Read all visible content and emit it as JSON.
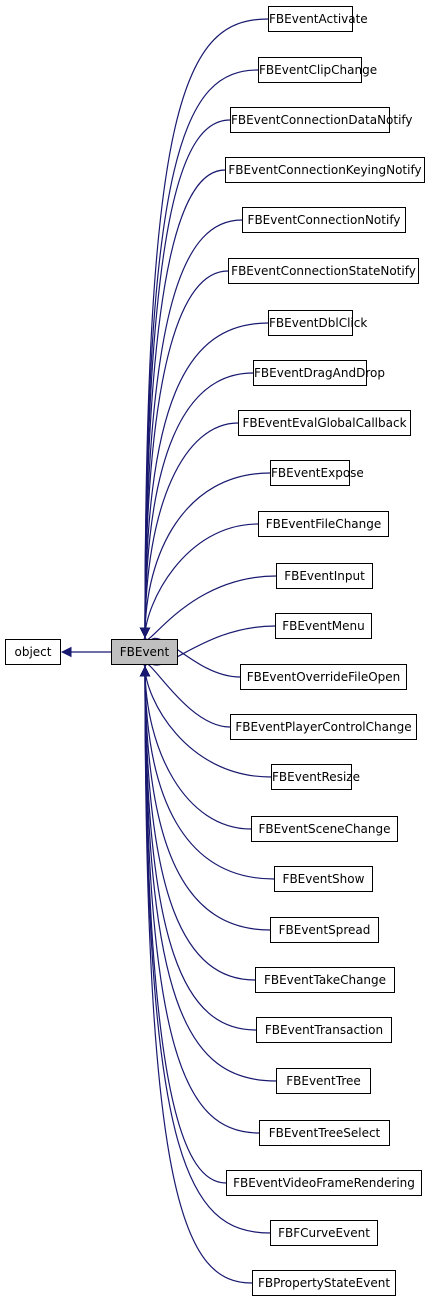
{
  "colors": {
    "edge": "#191970",
    "current_fill": "#bfbfbf"
  },
  "base": {
    "label": "object"
  },
  "current": {
    "label": "FBEvent"
  },
  "children": [
    "FBEventActivate",
    "FBEventClipChange",
    "FBEventConnectionDataNotify",
    "FBEventConnectionKeyingNotify",
    "FBEventConnectionNotify",
    "FBEventConnectionStateNotify",
    "FBEventDblClick",
    "FBEventDragAndDrop",
    "FBEventEvalGlobalCallback",
    "FBEventExpose",
    "FBEventFileChange",
    "FBEventInput",
    "FBEventMenu",
    "FBEventOverrideFileOpen",
    "FBEventPlayerControlChange",
    "FBEventResize",
    "FBEventSceneChange",
    "FBEventShow",
    "FBEventSpread",
    "FBEventTakeChange",
    "FBEventTransaction",
    "FBEventTree",
    "FBEventTreeSelect",
    "FBEventVideoFrameRendering",
    "FBFCurveEvent",
    "FBPropertyStateEvent"
  ]
}
